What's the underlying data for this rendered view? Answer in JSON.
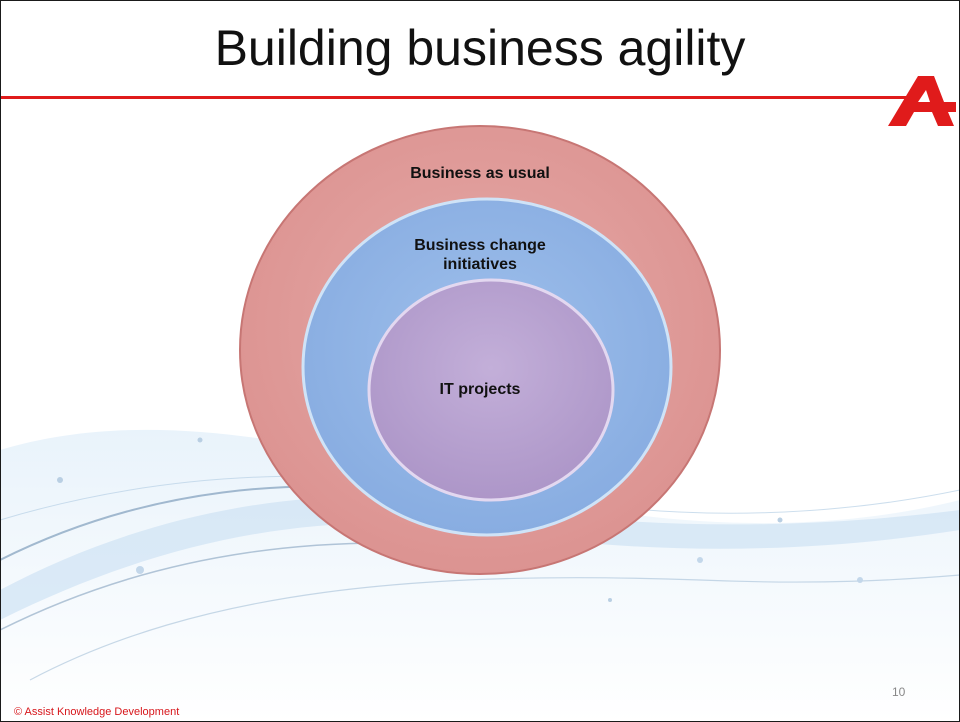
{
  "slide": {
    "title": "Building business agility",
    "footer": "© Assist Knowledge Development",
    "page_number": "10"
  },
  "diagram": {
    "type": "nested-circles",
    "rings": [
      {
        "label": "Business as usual",
        "color": "#e09a98"
      },
      {
        "label": "Business change initiatives",
        "color": "#93b6e6"
      },
      {
        "label": "IT projects",
        "color": "#b9a3cf"
      }
    ]
  },
  "colors": {
    "accent_red": "#e01b1b",
    "footer_red": "#d7161b"
  },
  "icons": {
    "logo": "red-a-logo-icon"
  }
}
